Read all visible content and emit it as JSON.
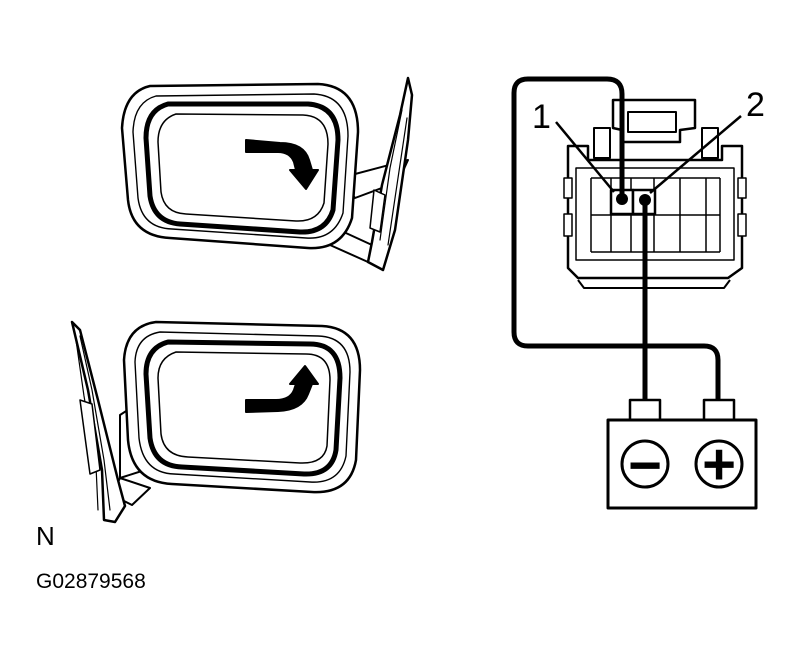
{
  "diagram": {
    "terminal_labels": [
      "1",
      "2"
    ],
    "battery": {
      "negative_symbol": "−",
      "positive_symbol": "+"
    },
    "orientation_label": "N",
    "figure_id": "G02879568",
    "icons": [
      "mirror-icon",
      "curved-arrow-icon",
      "connector-icon",
      "battery-icon"
    ]
  }
}
